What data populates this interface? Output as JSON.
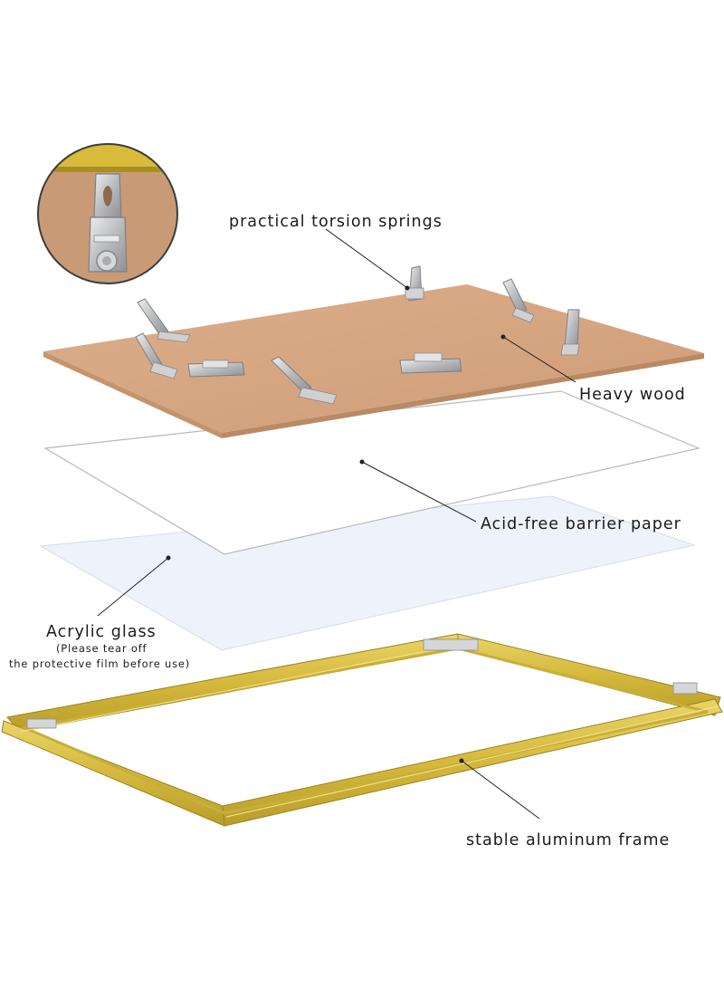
{
  "labels": {
    "springs": "practical torsion springs",
    "wood": "Heavy wood",
    "paper": "Acid-free barrier paper",
    "acrylic": "Acrylic glass",
    "acrylic_note_1": "(Please tear off",
    "acrylic_note_2": "the protective film before use)",
    "frame": "stable aluminum frame"
  },
  "colors": {
    "wood": "#d9a985",
    "paper": "#ffffff",
    "acrylic": "#eef2fb",
    "frame": "#d8c041",
    "metal": "#c9cacc"
  }
}
